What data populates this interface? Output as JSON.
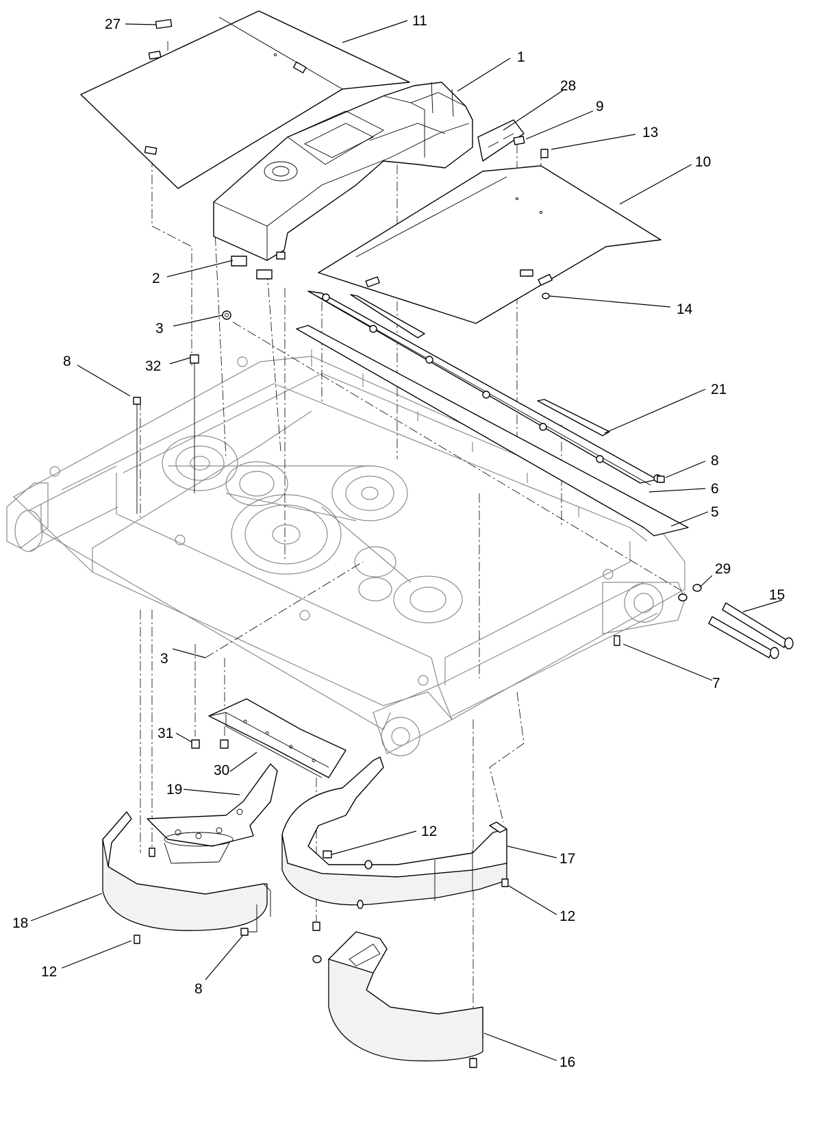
{
  "diagram": {
    "type": "exploded-parts-view",
    "callouts": [
      {
        "id": "c27",
        "text": "27"
      },
      {
        "id": "c11",
        "text": "11"
      },
      {
        "id": "c1",
        "text": "1"
      },
      {
        "id": "c28",
        "text": "28"
      },
      {
        "id": "c9",
        "text": "9"
      },
      {
        "id": "c13",
        "text": "13"
      },
      {
        "id": "c10",
        "text": "10"
      },
      {
        "id": "c2",
        "text": "2"
      },
      {
        "id": "c14",
        "text": "14"
      },
      {
        "id": "c3a",
        "text": "3"
      },
      {
        "id": "c32",
        "text": "32"
      },
      {
        "id": "c8a",
        "text": "8"
      },
      {
        "id": "c21",
        "text": "21"
      },
      {
        "id": "c8b",
        "text": "8"
      },
      {
        "id": "c6",
        "text": "6"
      },
      {
        "id": "c5",
        "text": "5"
      },
      {
        "id": "c29",
        "text": "29"
      },
      {
        "id": "c15",
        "text": "15"
      },
      {
        "id": "c3b",
        "text": "3"
      },
      {
        "id": "c7",
        "text": "7"
      },
      {
        "id": "c31",
        "text": "31"
      },
      {
        "id": "c30",
        "text": "30"
      },
      {
        "id": "c19",
        "text": "19"
      },
      {
        "id": "c12a",
        "text": "12"
      },
      {
        "id": "c17",
        "text": "17"
      },
      {
        "id": "c18",
        "text": "18"
      },
      {
        "id": "c12b",
        "text": "12"
      },
      {
        "id": "c12c",
        "text": "12"
      },
      {
        "id": "c8c",
        "text": "8"
      },
      {
        "id": "c16",
        "text": "16"
      }
    ]
  }
}
